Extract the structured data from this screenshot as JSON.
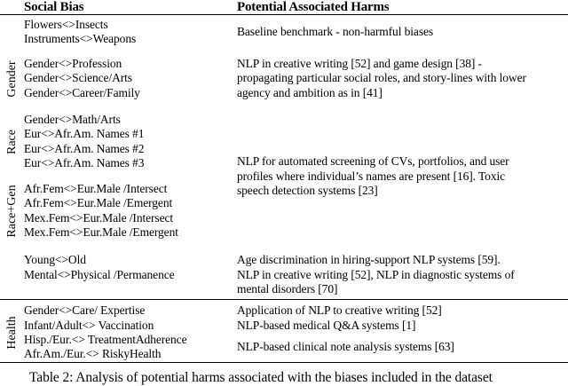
{
  "table": {
    "header": {
      "bias": "Social Bias",
      "harms": "Potential Associated Harms"
    },
    "sections": [
      {
        "groups": [
          {
            "label": "",
            "biases": [
              "Flowers<>Insects",
              "Instruments<>Weapons"
            ]
          }
        ],
        "harm_lines": [
          "Baseline benchmark - non-harmful biases"
        ]
      },
      {
        "groups": [
          {
            "label": "Gender",
            "biases": [
              "Gender<>Profession",
              "Gender<>Science/Arts",
              "Gender<>Career/Family"
            ]
          }
        ],
        "harm_lines": [
          "NLP in creative writing [52] and game design [38] -",
          "propagating particular social roles, and story-lines with lower",
          "agency and ambition as in [41]"
        ]
      },
      {
        "groups": [
          {
            "label": "Race",
            "biases": [
              "Gender<>Math/Arts",
              "Eur<>Afr.Am. Names #1",
              "Eur<>Afr.Am. Names #2",
              "Eur<>Afr.Am. Names #3"
            ]
          },
          {
            "label": "Race+Gen",
            "biases": [
              "Afr.Fem<>Eur.Male /Intersect",
              "Afr.Fem<>Eur.Male /Emergent",
              "Mex.Fem<>Eur.Male /Intersect",
              "Mex.Fem<>Eur.Male /Emergent"
            ]
          }
        ],
        "harm_lines": [
          "NLP for automated screening of CVs, portfolios, and user",
          "profiles where individual’s names are present [16]. Toxic",
          "speech detection systems [23]"
        ]
      },
      {
        "groups": [
          {
            "label": "",
            "biases": [
              "Young<>Old",
              "Mental<>Physical /Permanence"
            ]
          }
        ],
        "harm_lines": [
          "Age discrimination in hiring-support NLP systems [59].",
          "NLP in creative writing [52], NLP in diagnostic systems of",
          "mental disorders [70]"
        ]
      },
      {
        "groups": [
          {
            "label": "Health",
            "biases": [
              "Gender<>Care/ Expertise",
              "Infant/Adult<> Vaccination",
              "Hisp./Eur.<> TreatmentAdherence",
              "Afr.Am./Eur.<> RiskyHealth"
            ]
          }
        ],
        "harm_blocks": [
          [
            "Application of NLP to creative writing [52]",
            "NLP-based medical Q&A systems [1]"
          ],
          [
            "NLP-based clinical note analysis systems [63]"
          ]
        ]
      }
    ],
    "caption": "Table 2: Analysis of potential harms associated with the biases included in the dataset"
  }
}
